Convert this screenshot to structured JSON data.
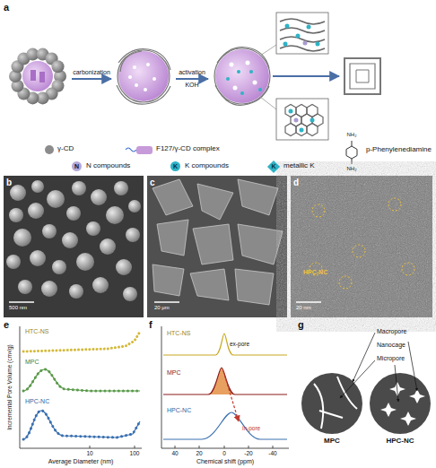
{
  "diagram": {
    "labels": [
      "a",
      "carbonization",
      "activation",
      "KOH",
      "NH₂",
      "NH₂",
      "N",
      "K",
      "K",
      "b",
      "500 nm",
      "c",
      "20 μm",
      "d",
      "HPC-NC",
      "20 nm",
      "e",
      "HTC-NS",
      "MPC",
      "HPC-NC",
      "Incremental Pore Volume (cm³/g)",
      "10",
      "100",
      "Average Diameter (nm)",
      "f",
      "HTC-NS",
      "ex-pore",
      "MPC",
      "HPC-NC",
      "in-pore",
      "40",
      "20",
      "0",
      "-20",
      "-40",
      "Chemical shift (ppm)",
      "g",
      "Macropore",
      "Nanocage",
      "Micropore",
      "MPC",
      "HPC-NC"
    ],
    "legend": [
      {
        "text": "γ-CD",
        "color": "#8c8c8c"
      },
      {
        "text": "F127/γ-CD complex",
        "color": "#c79bd9"
      },
      {
        "text": "p-Phenylenediamine"
      },
      {
        "text": "N compounds",
        "color": "#b3a8d8"
      },
      {
        "text": "K compounds",
        "color": "#2fb3c6"
      },
      {
        "text": "metallic K",
        "color": "#2fb3c6"
      }
    ]
  }
}
